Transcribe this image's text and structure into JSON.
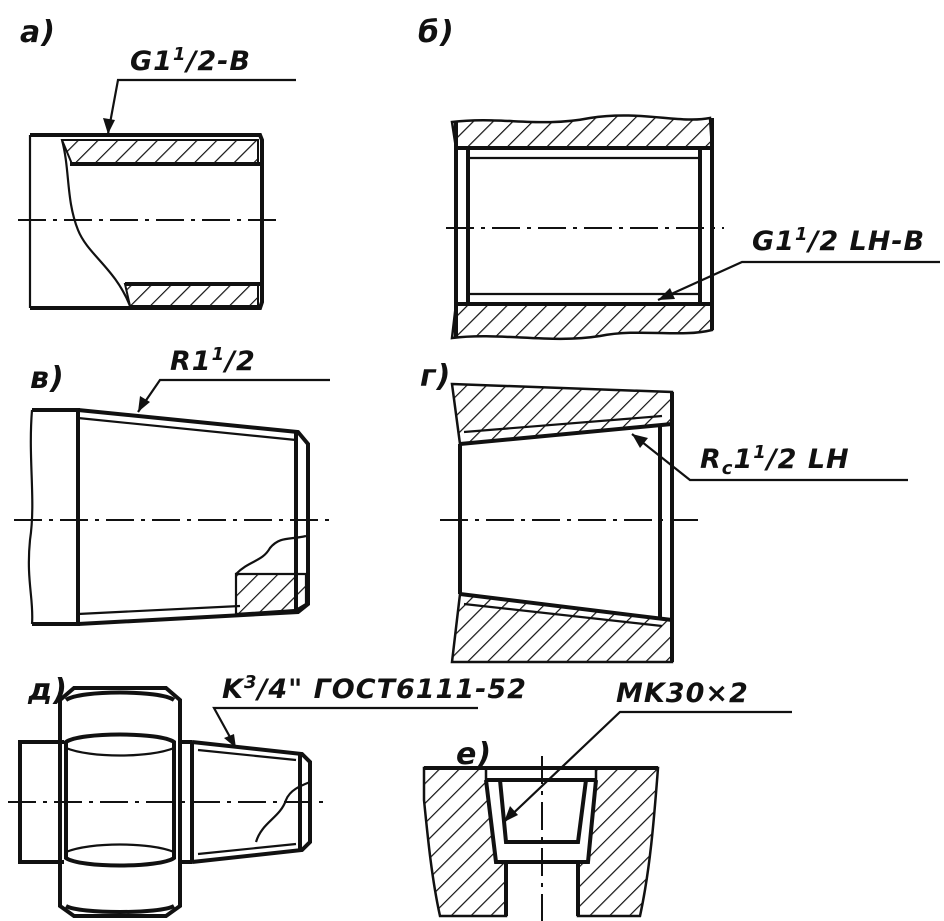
{
  "figures": {
    "a": {
      "label": "а)",
      "thread": "G1",
      "frac": "1/2-B"
    },
    "b": {
      "label": "б)",
      "thread": "G1",
      "frac": "1/2 LH-B"
    },
    "v": {
      "label": "в)",
      "thread": "R1",
      "frac": "1/2"
    },
    "g": {
      "label": "г)",
      "thread": "R",
      "sub": "c",
      "rest": "1",
      "frac": "1/2 LH"
    },
    "d": {
      "label": "д)",
      "thread": "K",
      "frac": "3/4",
      "rest": "\" ГОСТ6111-52"
    },
    "e": {
      "label": "е)",
      "thread": "MK30×2"
    }
  },
  "colors": {
    "ink": "#111111",
    "paper": "#ffffff"
  }
}
